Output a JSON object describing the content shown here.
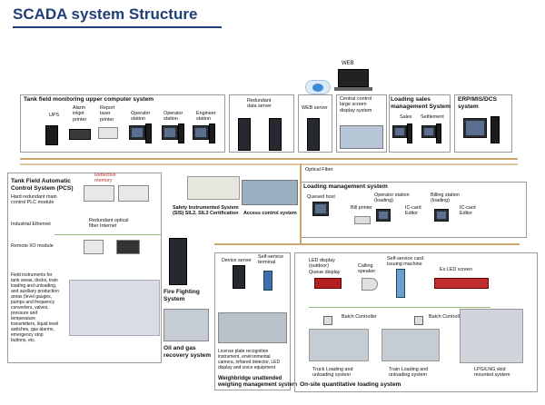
{
  "title": "SCADA system Structure",
  "web_label": "WEB",
  "upper": {
    "header": "Tank field monitoring upper computer system",
    "ups": "UPS",
    "alarm_printer": "Alarm\ninkjet\nprinter",
    "report_printer": "Report\nlaser\nprinter",
    "op1": "Operator\nstation",
    "op2": "Operator\nstation",
    "engineer": "Engineer\nstation"
  },
  "redundant_server": "Redundant\ndata server",
  "web_server": "WEB server",
  "central_display": "Central control\nlarge screen\ndisplay system",
  "loading_sales": {
    "header": "Loading sales\nmanagement System",
    "sales": "Sales",
    "settlement": "Settlement"
  },
  "erp": "ERP/MIS/DCS\nsystem",
  "optical_fiber": "Optical Fiber",
  "pcs": {
    "header": "Tank Field Automatic\nControl System (PCS)",
    "reflective": "Reflective\nmemory",
    "hard_redundant": "Hard redundant main\ncontrol PLC module",
    "industrial_ethernet": "Industrial Ethernet",
    "redundant_optical": "Redundant optical\nfiber Internet",
    "remote_io": "Remote I/O module",
    "field_instruments": "Field instruments for\ntank areas, docks, train\nloading and unloading,\nand auxiliary production\nareas (level gauges,\npumps and frequency\nconverters, valves,\npressure and\ntemperature\ntransmitters, liquid level\nswitches, gas alarms,\nemergency stop\nbuttons, etc."
  },
  "sis": "Safety Instrumented System\n(SIS) SIL2, SIL3 Certification",
  "access": "Access control system",
  "fire": "Fire Fighting\nSystem",
  "oil_gas": "Oil and gas\nrecovery system",
  "loading_mgmt": {
    "header": "Loading management system",
    "queued": "Queued host",
    "bill_printer": "Bill printer",
    "op_station": "Operator station\n(loading)",
    "ic1": "IC-card\nEditor",
    "billing": "Billing station\n(loading)",
    "ic2": "IC-card\nEditor"
  },
  "weigh": {
    "device_server": "Device server",
    "self_service_terminal": "Self-service\nterminal",
    "plate": "License plate recognition\ninstrument, environmental\ncamera, infrared detector, LED\ndisplay and voice equipment",
    "footer": "Weighbridge unattended\nweighing management system"
  },
  "onsite": {
    "led": "LED display\n(outdoor)\nQueue display",
    "calling": "Calling\nspeaker",
    "card_machine": "Self-service card\nissuing machine",
    "ex_led": "Ex LED screen",
    "batch1": "Batch Controller",
    "batch2": "Batch Controller",
    "truck": "Truck Loading and\nunloading system",
    "train": "Train Loading and\nunloading system",
    "lpg": "LPG/LNG skid\nmounted system",
    "footer": "On-site quantitative loading system"
  }
}
